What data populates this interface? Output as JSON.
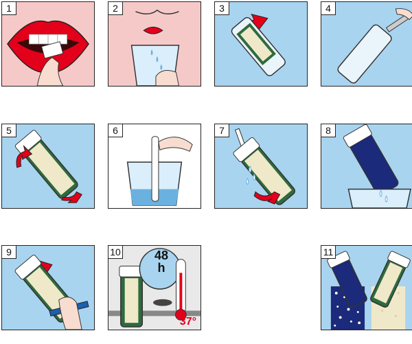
{
  "panels": [
    {
      "label": "1"
    },
    {
      "label": "2"
    },
    {
      "label": "3"
    },
    {
      "label": "4"
    },
    {
      "label": "5"
    },
    {
      "label": "6"
    },
    {
      "label": "7"
    },
    {
      "label": "8"
    },
    {
      "label": "9"
    },
    {
      "label": "10"
    },
    {
      "label": "11"
    }
  ],
  "incubation": {
    "hours_value": "48",
    "hours_unit": "h",
    "temperature": "37°"
  },
  "colors": {
    "sky": "#a9d4ef",
    "pink": "#f6c9c9",
    "red": "#e3001b",
    "green": "#2e6b3e",
    "navy": "#1b2a7a",
    "cream": "#efe9c9"
  }
}
